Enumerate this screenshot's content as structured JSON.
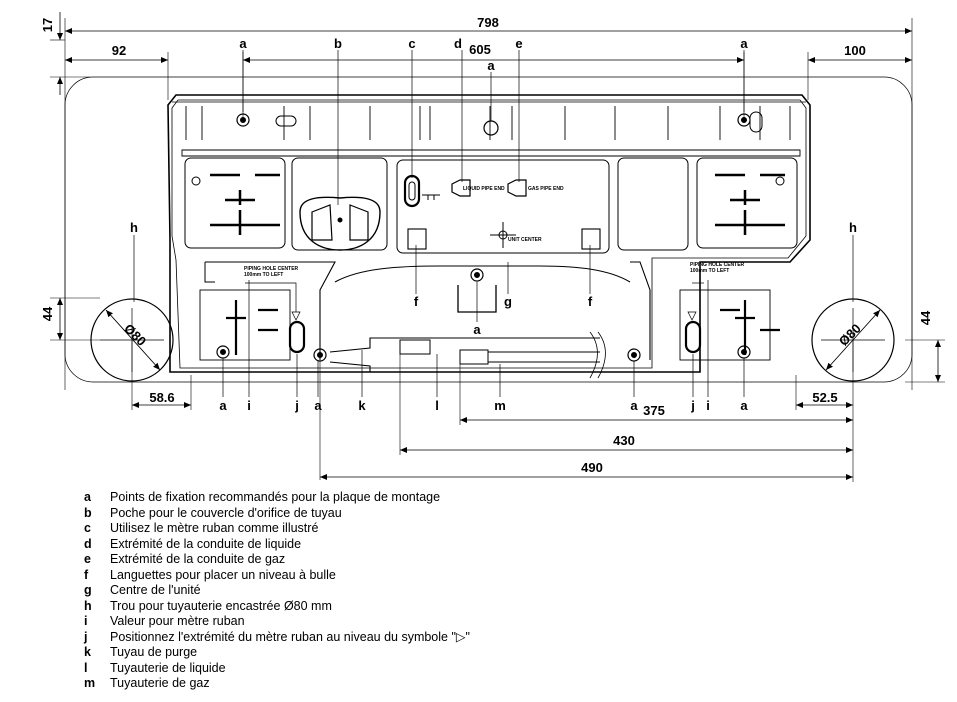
{
  "dimensions": {
    "total_width": "798",
    "top_offset": "17",
    "left_offset": "92",
    "right_offset": "100",
    "center_span": "605",
    "hole_vertical_left": "44",
    "hole_vertical_right": "44",
    "left_hole_offset": "58.6",
    "right_hole_offset": "52.5",
    "dim_375": "375",
    "dim_430": "430",
    "dim_490": "490",
    "hole_diameter": "Ø80"
  },
  "callouts": {
    "a": "a",
    "b": "b",
    "c": "c",
    "d": "d",
    "e": "e",
    "f": "f",
    "g": "g",
    "h": "h",
    "i": "i",
    "j": "j",
    "k": "k",
    "l": "l",
    "m": "m"
  },
  "plate_text": {
    "liquid_pipe_end": "LIQUID PIPE END",
    "gas_pipe_end": "GAS PIPE END",
    "unit_center": "UNIT CENTER",
    "piping_hole_center_left": "PIPING HOLE CENTER",
    "to_left": "100mm TO LEFT",
    "piping_hole_center_right": "PIPING HOLE CENTER",
    "to_right": "100mm TO LEFT"
  },
  "legend": [
    {
      "key": "a",
      "text": "Points de fixation recommandés pour la plaque de montage"
    },
    {
      "key": "b",
      "text": "Poche pour le couvercle d'orifice de tuyau"
    },
    {
      "key": "c",
      "text": "Utilisez le mètre ruban comme illustré"
    },
    {
      "key": "d",
      "text": "Extrémité de la conduite de liquide"
    },
    {
      "key": "e",
      "text": "Extrémité de la conduite de gaz"
    },
    {
      "key": "f",
      "text": "Languettes pour placer un niveau à bulle"
    },
    {
      "key": "g",
      "text": "Centre de l'unité"
    },
    {
      "key": "h",
      "text": "Trou pour tuyauterie encastrée Ø80 mm"
    },
    {
      "key": "i",
      "text": "Valeur pour mètre ruban"
    },
    {
      "key": "j",
      "text": "Positionnez l'extrémité du mètre ruban au niveau du symbole \"▷\""
    },
    {
      "key": "k",
      "text": "Tuyau de purge"
    },
    {
      "key": "l",
      "text": "Tuyauterie de liquide"
    },
    {
      "key": "m",
      "text": "Tuyauterie de gaz"
    }
  ]
}
